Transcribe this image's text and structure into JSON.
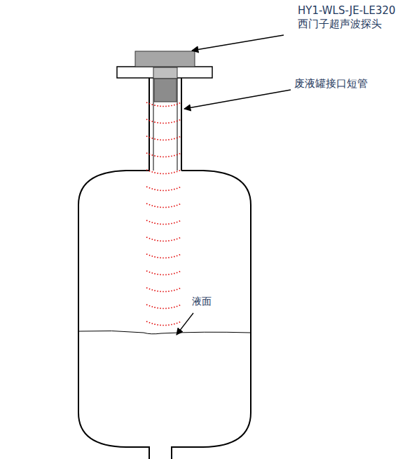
{
  "diagram": {
    "labels": [
      "HY1-WLS-JE-LE320",
      "西门子超声波探头",
      "废液罐接口短管",
      "液面"
    ]
  }
}
